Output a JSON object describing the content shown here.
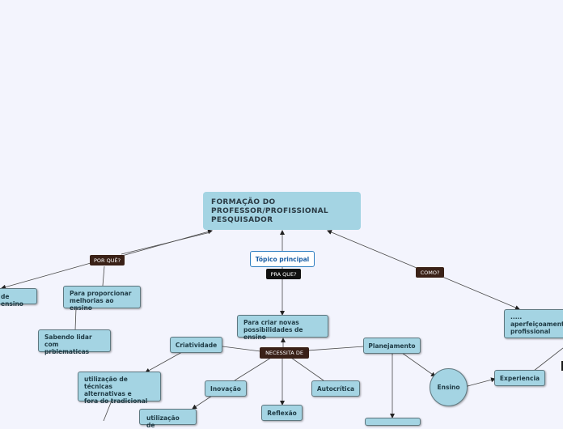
{
  "root": {
    "lines": [
      "FORMAÇÃO DO",
      "PROFESSOR/PROFISSIONAL",
      "PESQUISADOR"
    ]
  },
  "topic": "Tópico principal",
  "connectors": {
    "por_que": "POR QUÊ?",
    "pra_que": "PRA QUE?",
    "como": "COMO?",
    "necessita_de": "NECESSITA DE"
  },
  "nodes": {
    "de_ensino": "de ensino",
    "proporcionar": [
      "Para proporcionar",
      "melhorias ao ensino"
    ],
    "sabendo": [
      "Sabendo lidar com",
      "prblematicas"
    ],
    "criar": [
      "Para criar novas",
      "possibilidades de ensino"
    ],
    "criatividade": "Criatividade",
    "inovacao": "Inovação",
    "reflexao": "Reflexão",
    "autocritica": "Autocrítica",
    "planejamento": "Planejamento",
    "tecnicas": [
      "utilização de técnicas",
      "alternativas e",
      "fora do tradicional"
    ],
    "utilizacao_de": "utilização de",
    "ensino": "Ensino",
    "experiencia": "Experiencia",
    "aperfeicoamento": [
      ".....",
      "aperfeiçoamento",
      "profissional"
    ]
  }
}
